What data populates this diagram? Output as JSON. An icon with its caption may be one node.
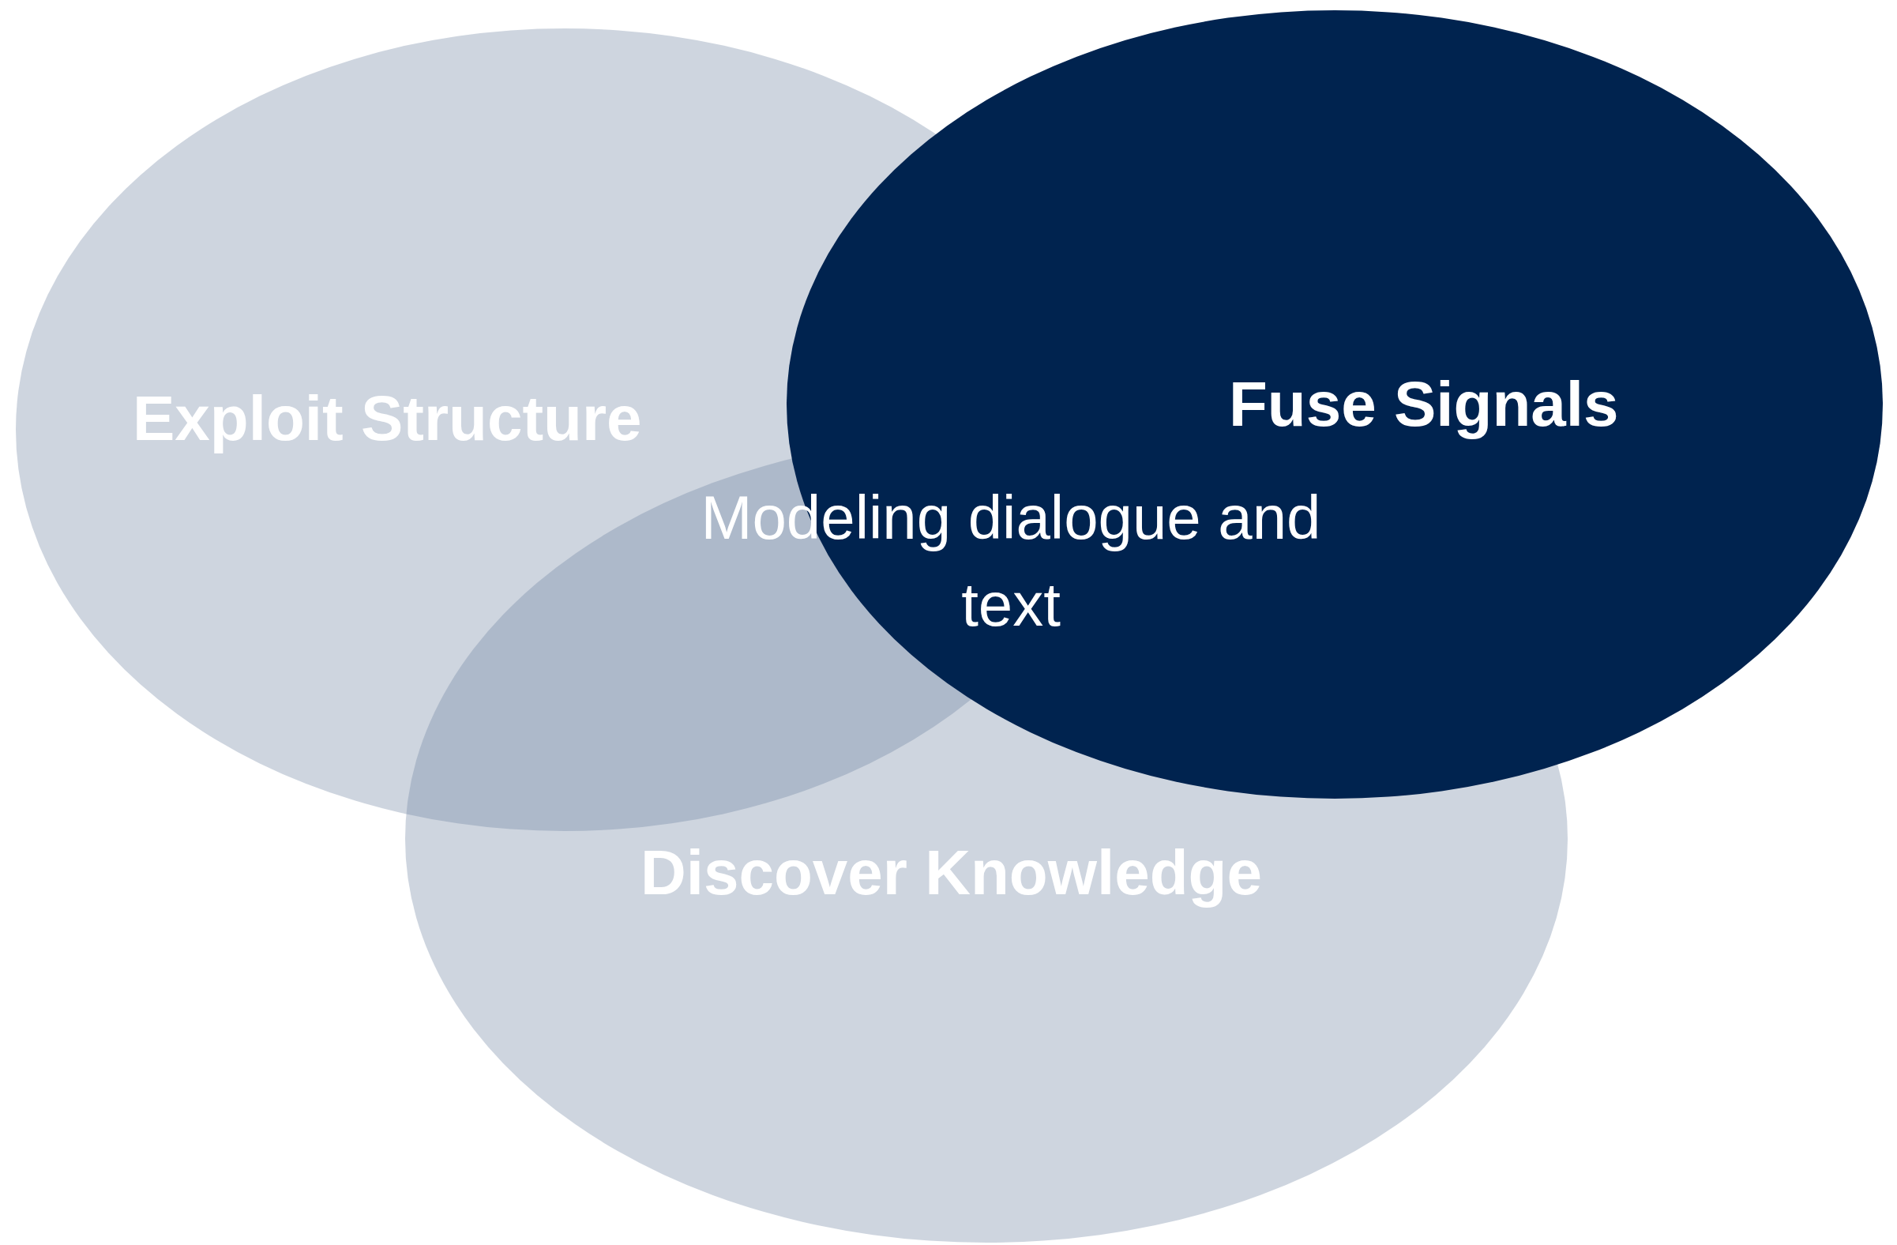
{
  "diagram": {
    "nodes": [
      {
        "text": [
          "Exploit Structure"
        ]
      },
      {
        "text": [
          "Discover Knowledge"
        ]
      },
      {
        "text": [
          "Fuse Signals"
        ]
      }
    ],
    "labels": [
      "Modeling dialogue and text"
    ]
  }
}
